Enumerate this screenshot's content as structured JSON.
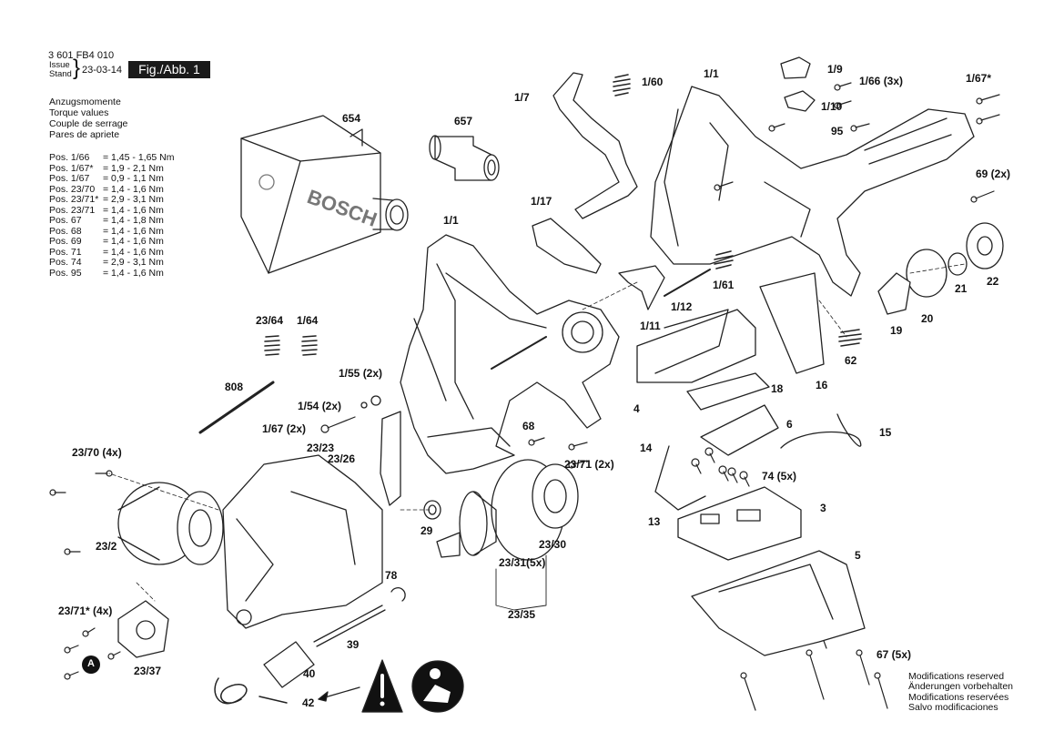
{
  "header": {
    "part_number": "3 601 FB4 010",
    "issue_label": "Issue",
    "stand_label": "Stand",
    "date": "23-03-14",
    "figure": "Fig./Abb. 1"
  },
  "torque": {
    "headings": [
      "Anzugsmomente",
      "Torque values",
      "Couple de serrage",
      "Pares de apriete"
    ],
    "rows": [
      {
        "pos": "Pos. 1/66",
        "value": "= 1,45 - 1,65 Nm"
      },
      {
        "pos": "Pos. 1/67*",
        "value": "= 1,9 - 2,1 Nm"
      },
      {
        "pos": "Pos. 1/67",
        "value": "= 0,9 - 1,1 Nm"
      },
      {
        "pos": "Pos. 23/70",
        "value": "= 1,4 - 1,6 Nm"
      },
      {
        "pos": "Pos. 23/71*",
        "value": "= 2,9 - 3,1 Nm"
      },
      {
        "pos": "Pos. 23/71",
        "value": "= 1,4 - 1,6 Nm"
      },
      {
        "pos": "Pos. 67",
        "value": "= 1,4 - 1,8 Nm"
      },
      {
        "pos": "Pos. 68",
        "value": "= 1,4 - 1,6 Nm"
      },
      {
        "pos": "Pos. 69",
        "value": "= 1,4 - 1,6 Nm"
      },
      {
        "pos": "Pos. 71",
        "value": "= 1,4 - 1,6 Nm"
      },
      {
        "pos": "Pos. 74",
        "value": "= 2,9 - 3,1 Nm"
      },
      {
        "pos": "Pos. 95",
        "value": "= 1,4 - 1,6 Nm"
      }
    ]
  },
  "labels": {
    "p654": "654",
    "p657": "657",
    "p1_1a": "1/1",
    "p1_1b": "1/1",
    "p1_7": "1/7",
    "p1_60": "1/60",
    "p1_17": "1/17",
    "p1_9": "1/9",
    "p1_66": "1/66 (3x)",
    "p1_10": "1/10",
    "p95": "95",
    "p1_67s": "1/67*",
    "p69": "69 (2x)",
    "p22": "22",
    "p21": "21",
    "p20": "20",
    "p19": "19",
    "p1_12": "1/12",
    "p1_61": "1/61",
    "p1_11": "1/11",
    "p62": "62",
    "p16": "16",
    "p4": "4",
    "p18": "18",
    "p6": "6",
    "p15": "15",
    "p14": "14",
    "p74": "74 (5x)",
    "p3": "3",
    "p13": "13",
    "p5": "5",
    "p67": "67 (5x)",
    "p23_64": "23/64",
    "p1_64": "1/64",
    "p808": "808",
    "p1_55": "1/55 (2x)",
    "p1_54": "1/54 (2x)",
    "p1_67": "1/67 (2x)",
    "p23_23": "23/23",
    "p23_26": "23/26",
    "p68": "68",
    "p23_71": "23/71 (2x)",
    "p23_70": "23/70 (4x)",
    "p23_2": "23/2",
    "p29": "29",
    "p23_30": "23/30",
    "p23_31": "23/31(5x)",
    "p23_35": "23/35",
    "p78": "78",
    "p39": "39",
    "p40": "40",
    "p42": "42",
    "p23_71s": "23/71* (4x)",
    "p23_37": "23/37",
    "marker_a": "A",
    "bosch": "BOSCH"
  },
  "modifications": [
    "Modifications reserved",
    "Änderungen vorbehalten",
    "Modifications reservées",
    "Salvo modificaciones"
  ],
  "icons": {
    "warning": "warning-triangle-icon",
    "manual": "read-manual-icon"
  }
}
